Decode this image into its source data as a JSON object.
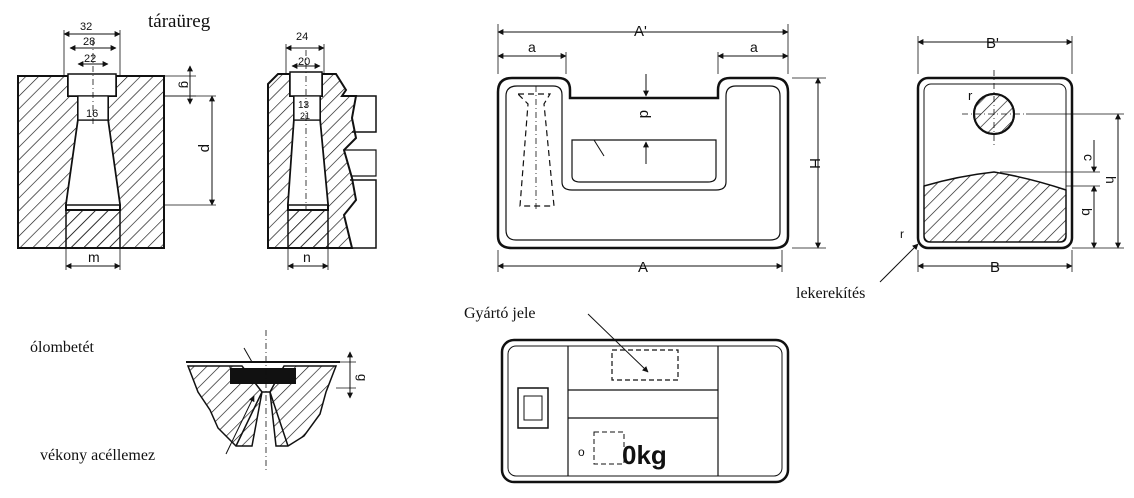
{
  "labels": {
    "tara_cavity": "táraüreg",
    "lead_insert": "ólombetét",
    "thin_steel_plate": "vékony acéllemez",
    "manufacturer_mark": "Gyártó jele",
    "rounding": "lekerekítés"
  },
  "left_section_dims": {
    "w32": "32",
    "w28": "28",
    "w22": "22",
    "w16": "16",
    "g": "g",
    "p": "p",
    "m": "m"
  },
  "mid_section_dims": {
    "w24": "24",
    "w20": "20",
    "w13": "13",
    "w21": "21",
    "n": "n"
  },
  "insert_dims": {
    "g": "g"
  },
  "front_view_dims": {
    "A_prime": "A'",
    "a_left": "a",
    "a_right": "a",
    "d": "d",
    "H": "H",
    "A": "A"
  },
  "side_view_dims": {
    "B_prime": "B'",
    "r": "r",
    "c": "c",
    "h": "h",
    "b": "b",
    "B": "B"
  },
  "top_view": {
    "mass_label": "0kg",
    "circle_mark": "o"
  }
}
